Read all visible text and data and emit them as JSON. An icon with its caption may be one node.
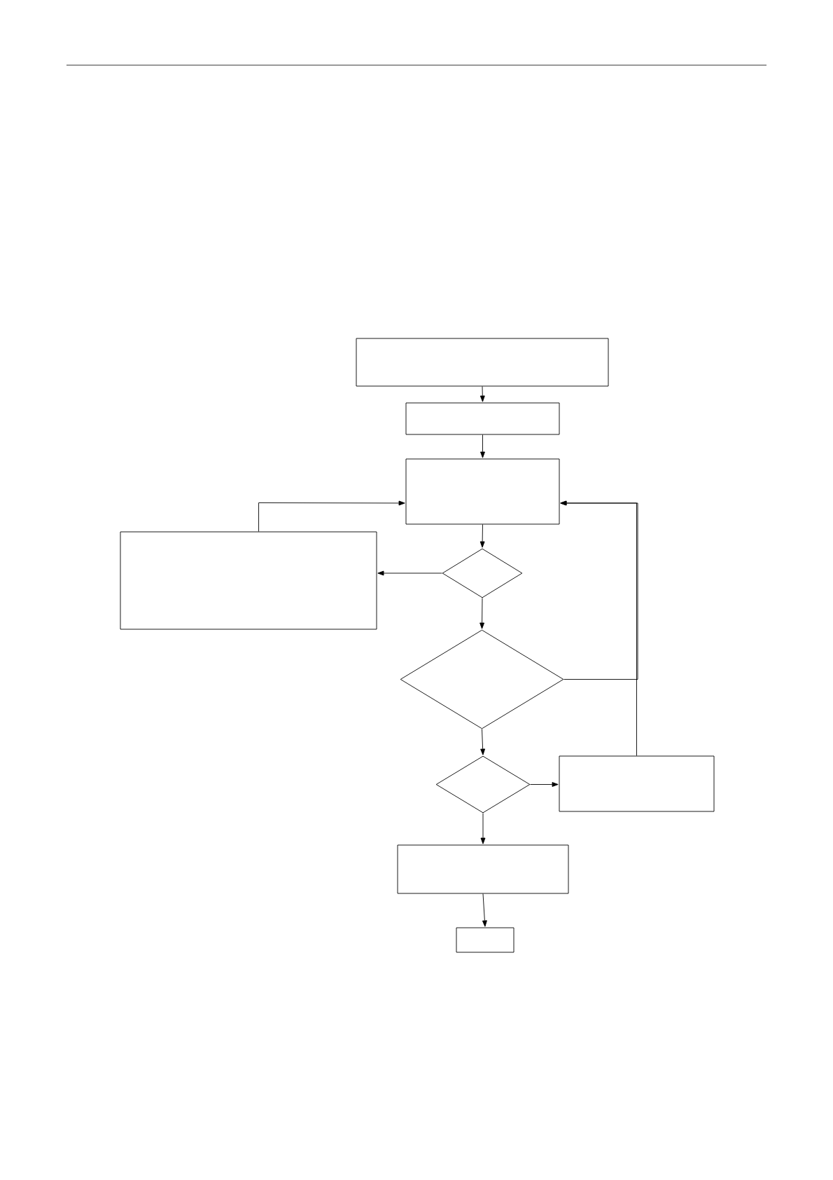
{
  "diagram": {
    "nodes": [
      {
        "text": [],
        "shape": "box"
      },
      {
        "text": [],
        "shape": "box"
      },
      {
        "text": [],
        "shape": "box"
      },
      {
        "text": [],
        "shape": "box"
      },
      {
        "text": [],
        "shape": "diamond"
      },
      {
        "text": [],
        "shape": "diamond"
      },
      {
        "text": [],
        "shape": "diamond"
      },
      {
        "text": [],
        "shape": "box"
      },
      {
        "text": [],
        "shape": "box"
      },
      {
        "text": [],
        "shape": "box"
      }
    ],
    "edges": [
      {
        "from": 0,
        "to": 1,
        "arrow": "to"
      },
      {
        "from": 1,
        "to": 2,
        "arrow": "to"
      },
      {
        "from": 2,
        "to": 4,
        "arrow": "to"
      },
      {
        "from": 4,
        "to": 3,
        "arrow": "to"
      },
      {
        "from": 3,
        "to": 2,
        "arrow": "to"
      },
      {
        "from": 4,
        "to": 5,
        "arrow": "to"
      },
      {
        "from": 5,
        "to": 2,
        "arrow": "to"
      },
      {
        "from": 7,
        "to": 2,
        "arrow": "to"
      },
      {
        "from": 5,
        "to": 6,
        "arrow": "to"
      },
      {
        "from": 6,
        "to": 7,
        "arrow": "to"
      },
      {
        "from": 6,
        "to": 8,
        "arrow": "to"
      },
      {
        "from": 8,
        "to": 9,
        "arrow": "to"
      }
    ]
  }
}
